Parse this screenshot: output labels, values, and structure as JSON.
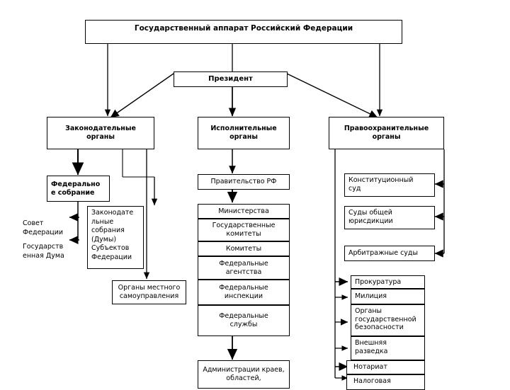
{
  "diagram": {
    "title_box": {
      "label": "Государственный аппарат Российский Федерации"
    },
    "president_box": {
      "label": "Президент"
    },
    "branches": [
      {
        "label": "Законодательные\nорганы"
      },
      {
        "label": "Исполнительные\nорганы"
      },
      {
        "label": "Правоохранительные\nорганы"
      }
    ],
    "legislative": {
      "federal_assembly": "Федерально\nе собрание",
      "council_of_federation": "Совет\nФедерации",
      "state_duma": "Государств\nенная Дума",
      "regional_assemblies": "Законодате\nльные\nсобрания\n(Думы)\nСубъектов\nФедерации",
      "local_self_government": "Органы местного\nсамоуправления"
    },
    "executive": {
      "government": "Правительство РФ",
      "stack": [
        "Министерства",
        "Государственные\nкомитеты",
        "Комитеты",
        "Федеральные\nагентства",
        "Федеральные\nинспекции",
        "Федеральные\nслужбы"
      ],
      "administrations": "Администрации краев,\nобластей,"
    },
    "law_enforcement": {
      "courts": [
        "Конституционный\nсуд",
        "Суды общей\nюрисдикции",
        "Арбитражные суды"
      ],
      "agencies": [
        "Прокуратура",
        "Милиция",
        "Органы\nгосударственной\nбезопасности",
        "Внешняя\nразведка",
        "Нотариат",
        "Налоговая"
      ]
    },
    "colors": {
      "line": "#000000",
      "box_bg": "#ffffff",
      "page_bg": "#ffffff"
    }
  }
}
